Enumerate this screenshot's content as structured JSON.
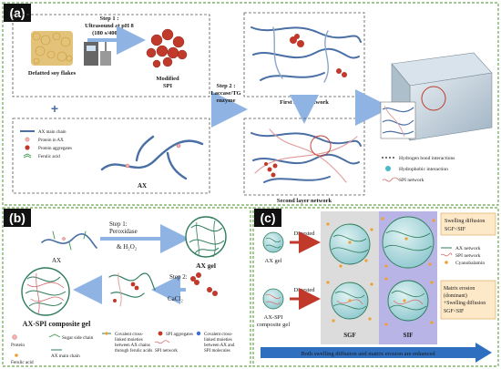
{
  "panel_a": {
    "label": "(a)",
    "soy": "Defatted soy flakes",
    "step1": {
      "line1": "Step 1 :",
      "line2": "Ultrasound at pH 8",
      "line3": "(180 s/400 W)"
    },
    "modified": {
      "line1": "Modified",
      "line2": "SPI"
    },
    "step2": {
      "line1": "Step 2 :",
      "line2": "Laccase/TG",
      "line3": "enzyme"
    },
    "first_layer": "First layer network",
    "second_layer": "Second layer network",
    "ax_label": "AX",
    "plus": "+",
    "legend1": [
      "AX main chain",
      "Protein in AX",
      "Protein aggregates",
      "Ferulic acid"
    ],
    "legend2": [
      "Hydrogen bond interactions",
      "Hydrophobic interaction",
      "SPI network"
    ]
  },
  "panel_b": {
    "label": "(b)",
    "step1": {
      "line1": "Step 1:",
      "line2": "Peroxidase",
      "line3": "& H₂O₂"
    },
    "ax": "AX",
    "ax_gel": "AX gel",
    "step2": {
      "line1": "Step 2:",
      "line2": "CaCl₂"
    },
    "composite": "AX-SPI composite gel",
    "legend": [
      [
        "Protein"
      ],
      [
        "Sugar side chain"
      ],
      [
        "Covalent cross-",
        "linked moieties",
        "between AX chains",
        "through ferulic acids"
      ],
      [
        "SPI aggregates"
      ],
      [
        "Covalent cross-",
        "linked moieties",
        "between AX and",
        "SPI molecules"
      ],
      [
        "Ferulic acid"
      ],
      [
        "AX main chain"
      ],
      [
        "SPI network"
      ]
    ]
  },
  "panel_c": {
    "label": "(c)",
    "ax_gel": "AX gel",
    "composite": {
      "line1": "AX-SPI",
      "line2": "composite gel"
    },
    "digested": "Digested",
    "sgf": "SGF",
    "sif": "SIF",
    "legend": [
      "AX network",
      "SPI network",
      "Cyanobalamin"
    ],
    "note1": [
      "Swelling diffusion",
      "SGF<SIF"
    ],
    "note2": [
      "Matrix erosion",
      "(dominant)",
      "+Swelling diffusion",
      "SGF<SIF"
    ],
    "arrow_text": "Both swelling diffusion and matrix erosion are enhanced"
  },
  "colors": {
    "frame": "#6aa84f",
    "dash": "#555555",
    "red": "#c0392b",
    "ax_blue": "#4a6fa5",
    "spi_red": "#d46a6a",
    "green_net": "#2e7d5b",
    "sif_bg": "#b9b4e6",
    "sgf_bg": "#dcdcdc",
    "arrow_blue": "#2f6fbf",
    "arrow_light": "#8fb4e3",
    "orange": "#f0a030",
    "note_bg": "#fde9c8"
  }
}
